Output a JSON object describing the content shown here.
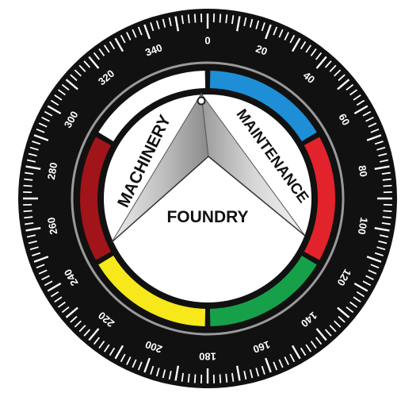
{
  "dial": {
    "scale_labels": [
      "0",
      "20",
      "40",
      "60",
      "80",
      "100",
      "120",
      "140",
      "160",
      "180",
      "200",
      "220",
      "240",
      "260",
      "280",
      "300",
      "320",
      "340"
    ],
    "scale_values": [
      0,
      20,
      40,
      60,
      80,
      100,
      120,
      140,
      160,
      180,
      200,
      220,
      240,
      260,
      280,
      300,
      320,
      340
    ],
    "tick_step_degrees": 2,
    "major_tick_every_degrees": 10
  },
  "color_ring": {
    "segments": [
      {
        "color": "#1e8fd6",
        "start": 0,
        "end": 60
      },
      {
        "color": "#e3232b",
        "start": 60,
        "end": 120
      },
      {
        "color": "#17a04a",
        "start": 120,
        "end": 180
      },
      {
        "color": "#f6e81a",
        "start": 180,
        "end": 240
      },
      {
        "color": "#a11419",
        "start": 240,
        "end": 300
      },
      {
        "color": "#ffffff",
        "start": 300,
        "end": 360
      }
    ]
  },
  "sections": {
    "machinery": "MACHINERY",
    "maintenance": "MAINTENANCE",
    "foundry": "FOUNDRY"
  }
}
